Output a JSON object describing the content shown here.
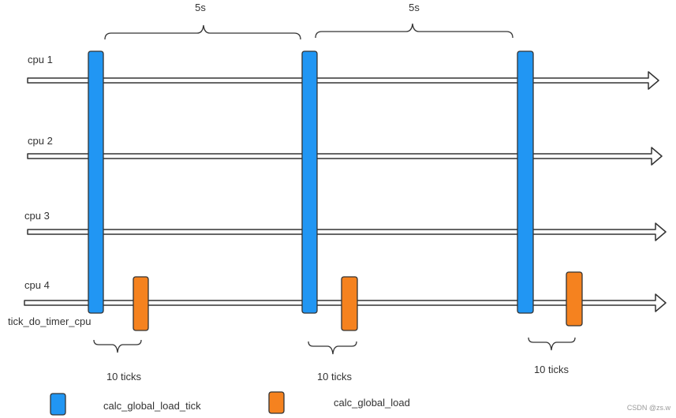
{
  "diagram": {
    "intervals": [
      {
        "label": "5s"
      },
      {
        "label": "5s"
      }
    ],
    "cpus": [
      {
        "label": "cpu 1"
      },
      {
        "label": "cpu 2"
      },
      {
        "label": "cpu 3"
      },
      {
        "label": "cpu 4"
      }
    ],
    "cpu4_sublabel": "tick_do_timer_cpu",
    "delays": [
      {
        "label": "10 ticks"
      },
      {
        "label": "10 ticks"
      },
      {
        "label": "10 ticks"
      }
    ],
    "legend": {
      "tick": {
        "label": "calc_global_load_tick",
        "color": "#2196F3"
      },
      "load": {
        "label": "calc_global_load",
        "color": "#F5821F"
      }
    },
    "watermark": "CSDN @zs.w"
  }
}
